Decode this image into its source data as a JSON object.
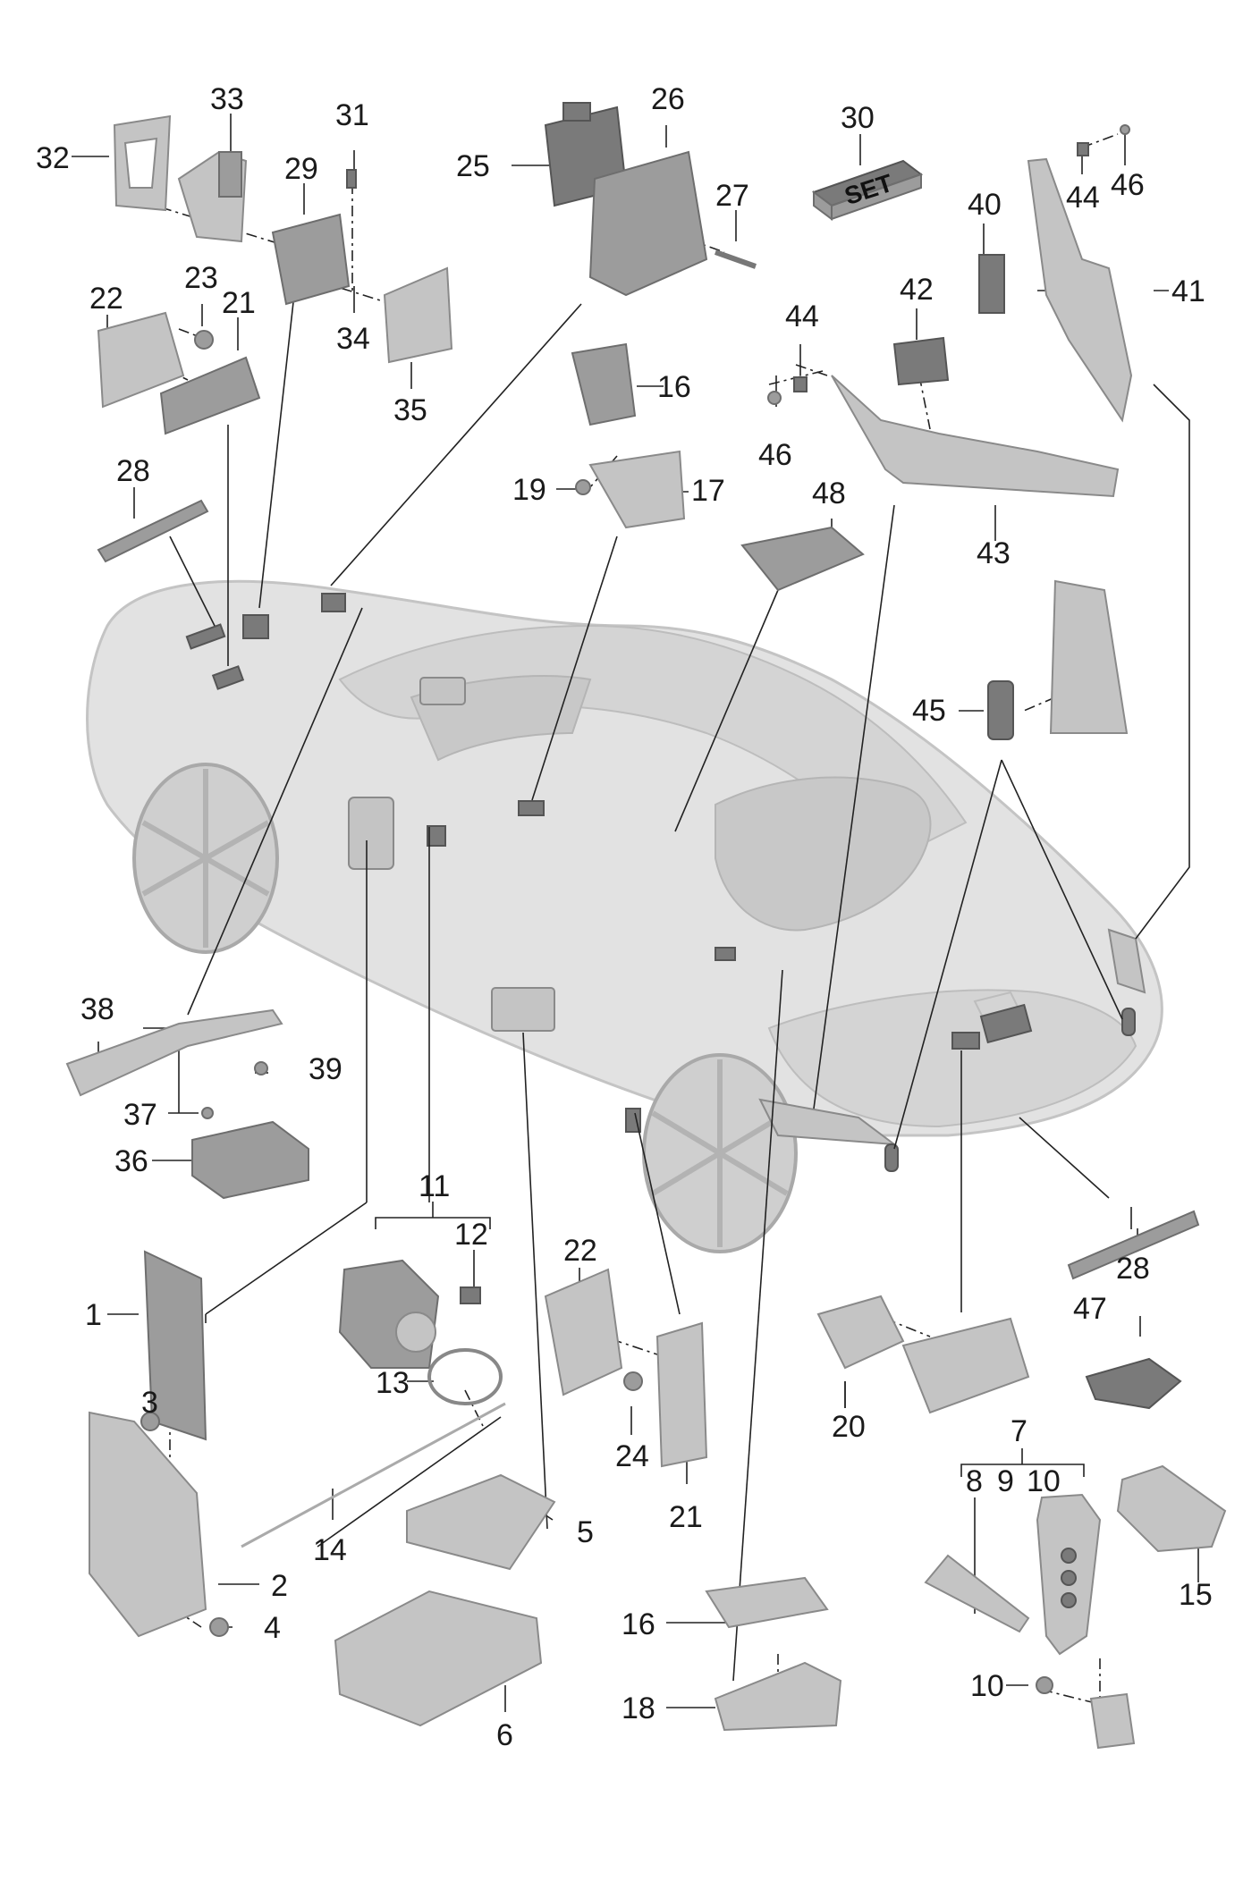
{
  "callouts": {
    "n1": "1",
    "n2": "2",
    "n3": "3",
    "n4": "4",
    "n5": "5",
    "n6": "6",
    "n7": "7",
    "n8": "8",
    "n9": "9",
    "n10a": "10",
    "n10b": "10",
    "n11": "11",
    "n12": "12",
    "n13": "13",
    "n14": "14",
    "n15": "15",
    "n16a": "16",
    "n16b": "16",
    "n17": "17",
    "n18": "18",
    "n19": "19",
    "n20": "20",
    "n21a": "21",
    "n21b": "21",
    "n22a": "22",
    "n22b": "22",
    "n23": "23",
    "n24": "24",
    "n25": "25",
    "n26": "26",
    "n27": "27",
    "n28a": "28",
    "n28b": "28",
    "n29": "29",
    "n30": "30",
    "n31": "31",
    "n32": "32",
    "n33": "33",
    "n34": "34",
    "n35": "35",
    "n36": "36",
    "n37": "37",
    "n38": "38",
    "n39": "39",
    "n40": "40",
    "n41": "41",
    "n42": "42",
    "n43": "43",
    "n44a": "44",
    "n44b": "44",
    "n45": "45",
    "n46a": "46",
    "n46b": "46",
    "n47": "47",
    "n48": "48"
  },
  "set_box_label": "SET"
}
